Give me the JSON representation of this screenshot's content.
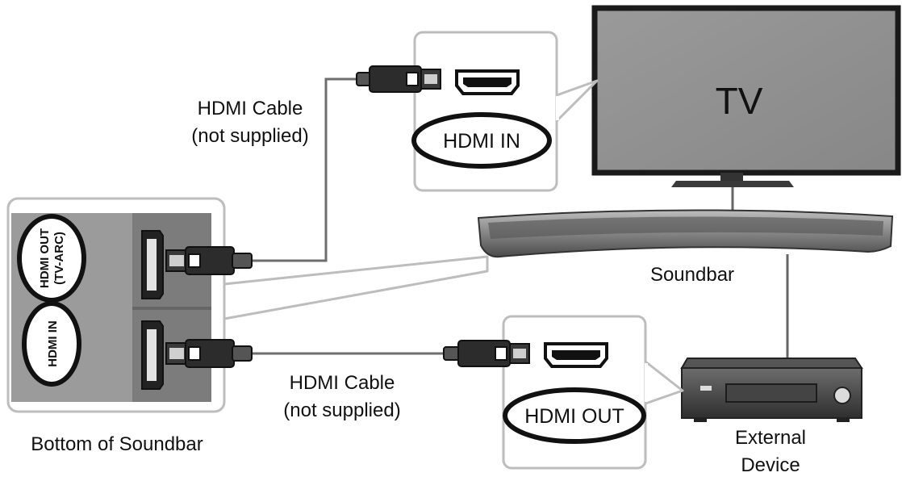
{
  "labels": {
    "tv": "TV",
    "soundbar": "Soundbar",
    "external_device": [
      "External",
      "Device"
    ],
    "bottom_of_soundbar": "Bottom of Soundbar",
    "hdmi_cable_top": [
      "HDMI Cable",
      "(not supplied)"
    ],
    "hdmi_cable_bottom": [
      "HDMI Cable",
      "(not supplied)"
    ],
    "tv_port": "HDMI IN",
    "device_port": "HDMI OUT",
    "soundbar_port_out": [
      "HDMI OUT",
      "(TV-ARC)"
    ],
    "soundbar_port_in": "HDMI IN"
  }
}
